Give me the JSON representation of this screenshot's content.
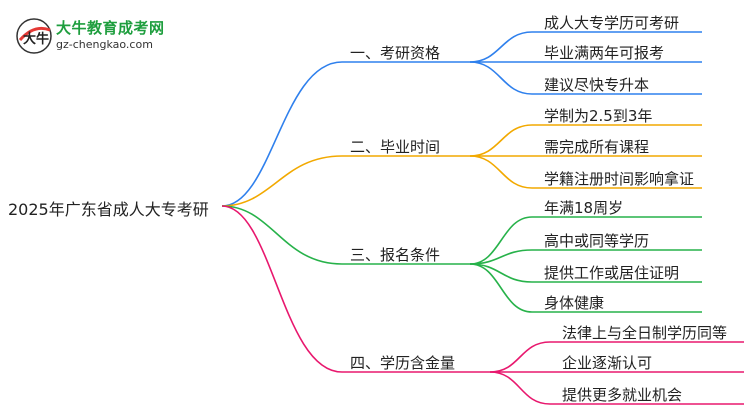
{
  "logo": {
    "title": "大牛教育成考网",
    "url": "gz-chengkao.com",
    "badge_text": "大牛"
  },
  "root": "2025年广东省成人大专考研",
  "branches": [
    {
      "label": "一、考研资格",
      "color": "#2f80ed",
      "leaves": [
        "成人大专学历可考研",
        "毕业满两年可报考",
        "建议尽快专升本"
      ]
    },
    {
      "label": "二、毕业时间",
      "color": "#f2a900",
      "leaves": [
        "学制为2.5到3年",
        "需完成所有课程",
        "学籍注册时间影响拿证"
      ]
    },
    {
      "label": "三、报名条件",
      "color": "#27b24a",
      "leaves": [
        "年满18周岁",
        "高中或同等学历",
        "提供工作或居住证明",
        "身体健康"
      ]
    },
    {
      "label": "四、学历含金量",
      "color": "#e8186e",
      "leaves": [
        "法律上与全日制学历同等",
        "企业逐渐认可",
        "提供更多就业机会"
      ]
    }
  ]
}
